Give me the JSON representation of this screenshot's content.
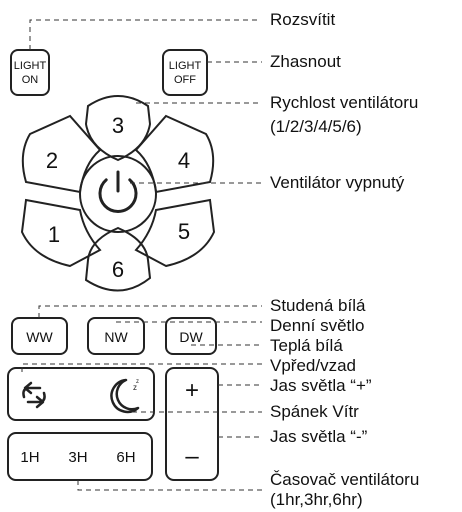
{
  "buttons": {
    "light_on": [
      "LIGHT",
      "ON"
    ],
    "light_off": [
      "LIGHT",
      "OFF"
    ],
    "speed_1": "1",
    "speed_2": "2",
    "speed_3": "3",
    "speed_4": "4",
    "speed_5": "5",
    "speed_6": "6",
    "ww": "WW",
    "nw": "NW",
    "dw": "DW",
    "plus": "+",
    "minus": "–",
    "timer_1h": "1H",
    "timer_3h": "3H",
    "timer_6h": "6H"
  },
  "labels": {
    "light_on": "Rozsvítit",
    "light_off": "Zhasnout",
    "fan_speed_line1": "Rychlost ventilátoru",
    "fan_speed_line2": "(1/2/3/4/5/6)",
    "fan_off": "Ventilátor vypnutý",
    "cold_white": "Studená bílá",
    "daylight": "Denní světlo",
    "warm_white": "Teplá bílá",
    "forward_reverse": "Vpřed/vzad",
    "brightness_plus": "Jas světla “+”",
    "sleep_wind": "Spánek Vítr",
    "brightness_minus": "Jas světla “-”",
    "timer_line1": "Časovač ventilátoru",
    "timer_line2": "(1hr,3hr,6hr)"
  },
  "icons": {
    "power": "power-icon",
    "reverse": "reverse-arrows-icon",
    "sleep": "moon-sleep-icon"
  }
}
